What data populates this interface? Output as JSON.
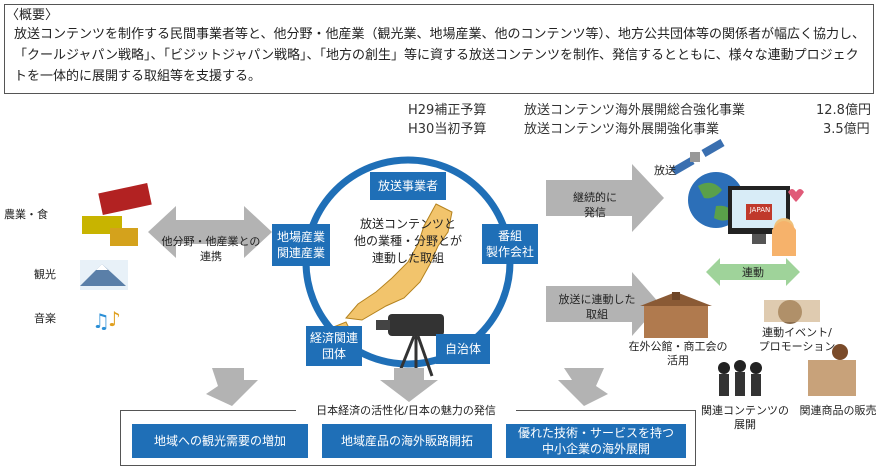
{
  "overview": {
    "heading": "〈概要〉",
    "body": "放送コンテンツを制作する民間事業者等と、他分野・他産業（観光業、地場産業、他のコンテンツ等）、地方公共団体等の関係者が幅広く協力し、「クールジャパン戦略」、「ビジットジャパン戦略」、「地方の創生」等に資する放送コンテンツを制作、発信するとともに、様々な連動プロジェクトを一体的に展開する取組等を支援する。"
  },
  "budget": [
    {
      "label": "H29補正予算",
      "project": "放送コンテンツ海外展開総合強化事業",
      "amount": "12.8億円"
    },
    {
      "label": "H30当初予算",
      "project": "放送コンテンツ海外展開強化事業",
      "amount": "3.5億円"
    }
  ],
  "left_sectors": {
    "agri": "農業・食",
    "tourism": "観光",
    "music": "音楽"
  },
  "left_arrow_text": "他分野・他産業との\n連携",
  "center": {
    "text": "放送コンテンツと\n他の業種・分野とが\n連動した取組",
    "broadcaster": "放送事業者",
    "local_industry": "地場産業\n関連産業",
    "production": "番組\n製作会社",
    "economic": "経済関連\n団体",
    "municipality": "自治体"
  },
  "right": {
    "upper_arrow": "継続的に\n発信",
    "lower_arrow": "放送に連動した\n取組",
    "broadcast_label": "放送",
    "japan_label": "JAPAN",
    "link_label": "連動",
    "embassy": "在外公館・商工会の\n活用",
    "event": "連動イベント/\nプロモーション",
    "related_content": "関連コンテンツの\n展開",
    "related_goods": "関連商品の販売"
  },
  "results": {
    "title": "日本経済の活性化/日本の魅力の発信",
    "items": [
      "地域への観光需要の増加",
      "地域産品の海外販路開拓",
      "優れた技術・サービスを持つ\n中小企業の海外展開"
    ]
  },
  "colors": {
    "box_blue": "#1f6fb7",
    "arrow_gray": "#b3b3b3",
    "link_green": "#9fd39a"
  }
}
